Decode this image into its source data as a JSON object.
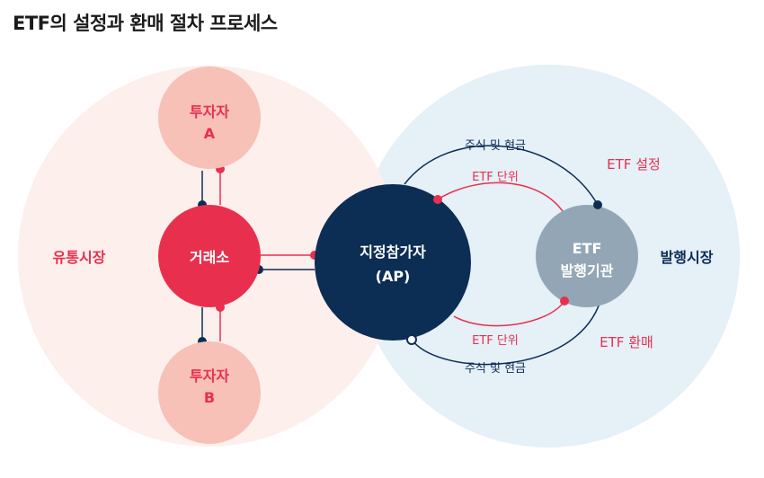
{
  "title": "ETF의 설정과 환매 절차 프로세스",
  "colors": {
    "secondary_market_bg": "#fdeeea",
    "primary_market_bg": "#e5f0f7",
    "investor_fill": "#f7c1b8",
    "exchange_fill": "#e8304e",
    "ap_fill": "#0c2d54",
    "issuer_fill": "#93a6b6",
    "red_accent": "#e8304e",
    "navy_accent": "#0c2d54"
  },
  "diagram": {
    "secondary_market_label": "유통시장",
    "primary_market_label": "발행시장",
    "investor_a": {
      "line1": "투자자",
      "line2": "A"
    },
    "investor_b": {
      "line1": "투자자",
      "line2": "B"
    },
    "exchange": {
      "label": "거래소"
    },
    "ap": {
      "line1": "지정참가자",
      "line2": "(AP)"
    },
    "issuer": {
      "line1": "ETF",
      "line2": "발행기관"
    },
    "top_outer_label": "주식 및 현금",
    "top_inner_label": "ETF 단위",
    "bottom_inner_label": "ETF 단위",
    "bottom_outer_label": "주식 및 현금",
    "creation_label": "ETF 설정",
    "redemption_label": "ETF 환매"
  }
}
